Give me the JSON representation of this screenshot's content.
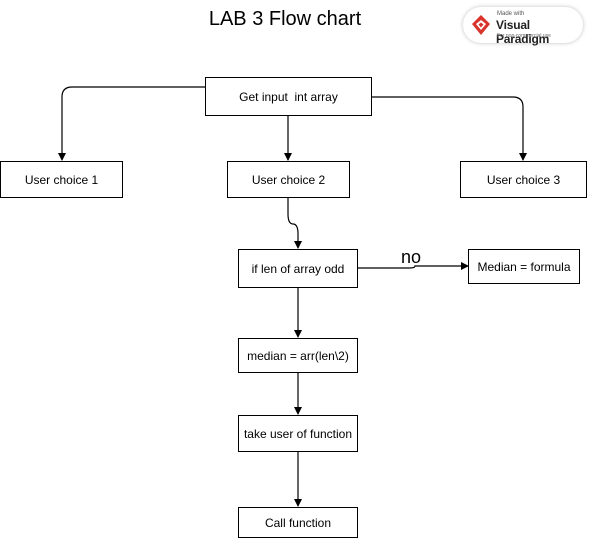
{
  "diagram": {
    "title": "LAB 3 Flow chart",
    "nodes": {
      "get_input": "Get input  int array",
      "choice1": "User choice 1",
      "choice2": "User choice 2",
      "choice3": "User choice 3",
      "if_odd": "if len of array odd",
      "median_formula": "Median = formula",
      "median_arr": "median = arr(len\\2)",
      "take_user": "take user of function",
      "call_function": "Call function"
    },
    "edge_labels": {
      "no": "no"
    },
    "colors": {
      "stroke": "#000000",
      "background": "#ffffff",
      "logo_red": "#d9342b"
    }
  },
  "watermark": {
    "line1": "Made with",
    "brand": "Visual Paradigm",
    "line2": "For non-commercial use"
  }
}
